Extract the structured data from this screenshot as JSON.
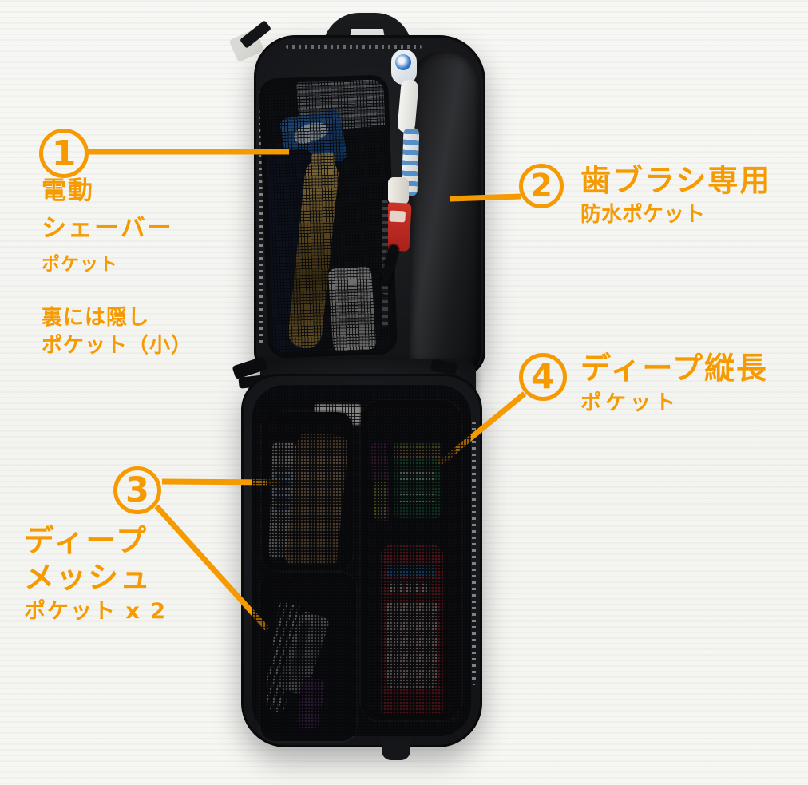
{
  "scene": {
    "background_color": "#f6f6f3",
    "accent_color": "#F59A00"
  },
  "callouts": [
    {
      "number": "1",
      "title_lines": [
        "電動",
        "シェーバー"
      ],
      "subtitle": "ポケット",
      "note_lines": [
        "裏には隠し",
        "ポケット（小）"
      ]
    },
    {
      "number": "2",
      "title_lines": [
        "歯ブラシ専用"
      ],
      "subtitle": "防水ポケット"
    },
    {
      "number": "3",
      "title_lines": [
        "ディープ",
        "メッシュ"
      ],
      "subtitle": "ポケット x 2"
    },
    {
      "number": "4",
      "title_lines": [
        "ディープ縦長"
      ],
      "subtitle": "ポケット"
    }
  ]
}
